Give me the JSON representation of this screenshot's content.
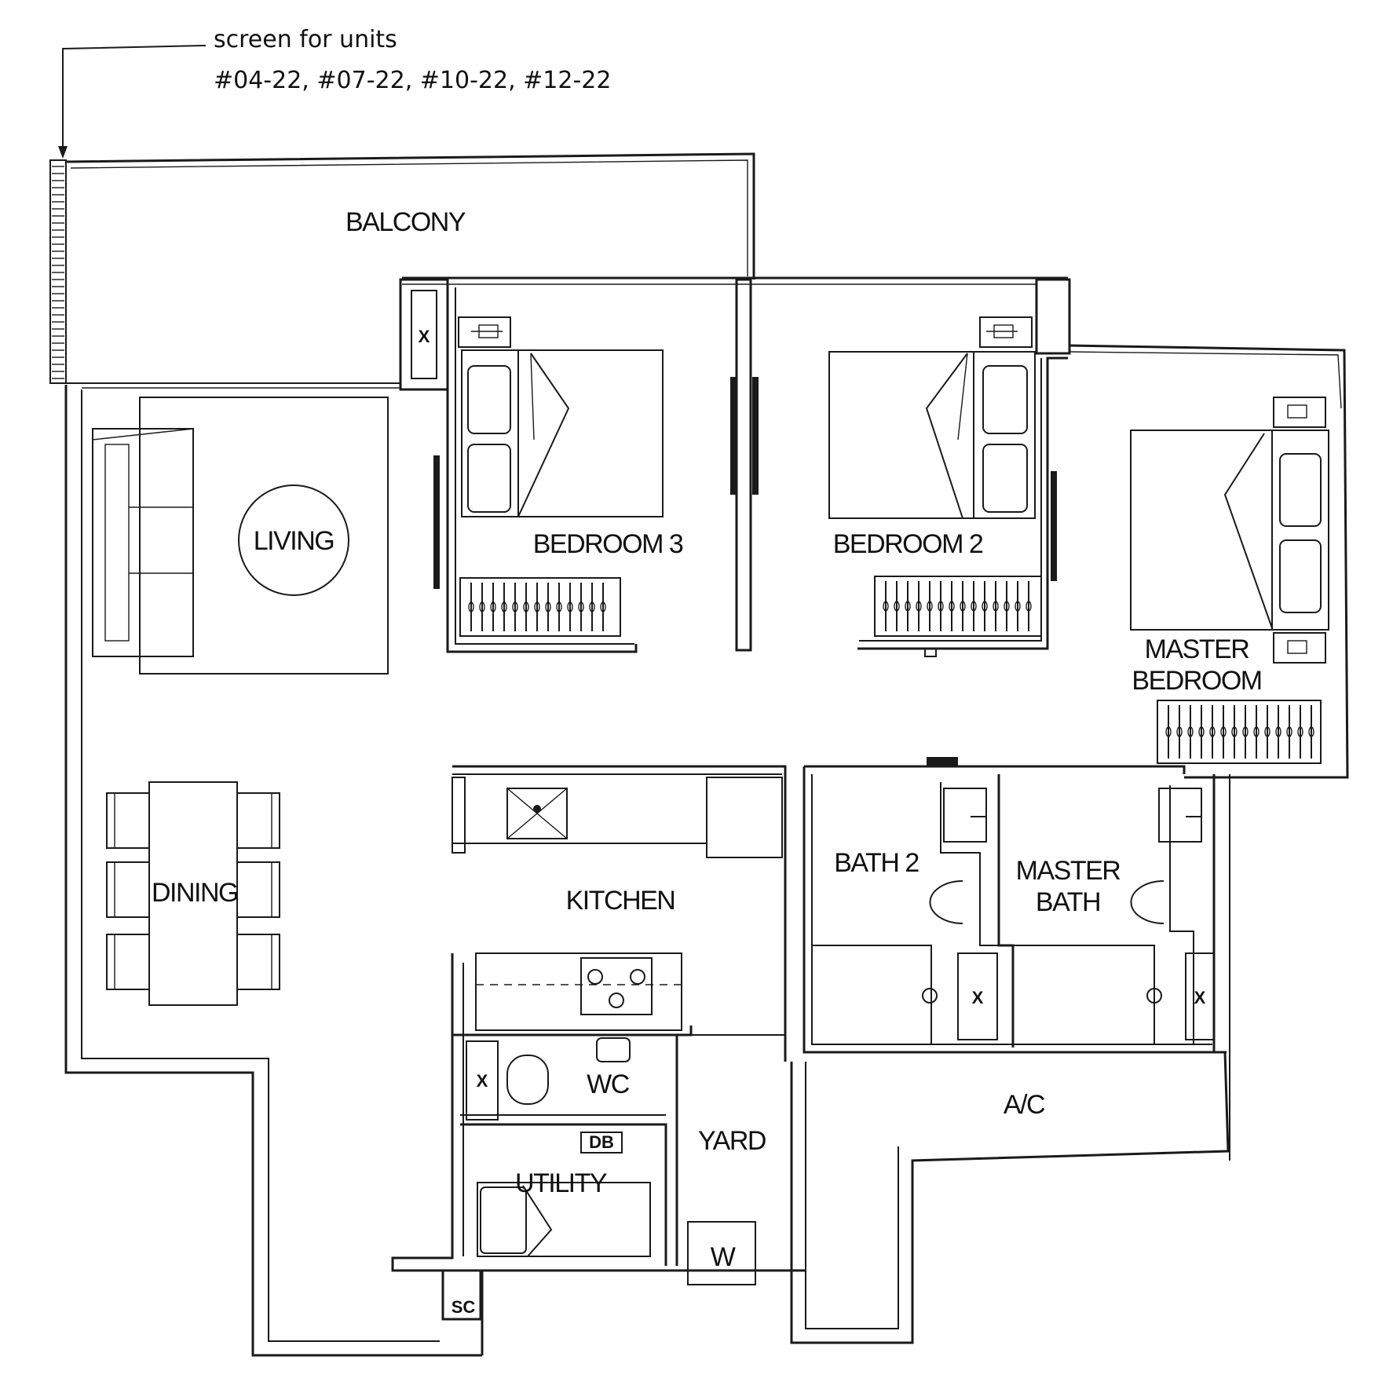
{
  "note": {
    "line1": "screen for units",
    "line2": "#04-22, #07-22, #10-22, #12-22"
  },
  "rooms": {
    "balcony": "BALCONY",
    "living": "LIVING",
    "dining": "DINING",
    "bedroom3": "BEDROOM 3",
    "bedroom2": "BEDROOM 2",
    "master_bedroom_line1": "MASTER",
    "master_bedroom_line2": "BEDROOM",
    "kitchen": "KITCHEN",
    "bath2": "BATH 2",
    "master_bath_line1": "MASTER",
    "master_bath_line2": "BATH",
    "wc": "WC",
    "yard": "YARD",
    "utility": "UTILITY",
    "ac": "A/C"
  },
  "fixtures": {
    "db": "DB",
    "washer": "W",
    "sc": "SC",
    "shower_mark": "X"
  }
}
